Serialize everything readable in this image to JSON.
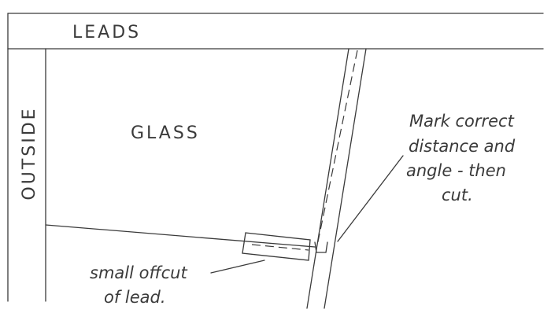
{
  "labels": {
    "leads": "LEADS",
    "outside": "OUTSIDE",
    "glass": "GLASS"
  },
  "annotations": {
    "mark_line1": "Mark correct",
    "mark_line2": "distance and",
    "mark_line3": "angle - then",
    "mark_line4": "cut.",
    "offcut_line1": "small offcut",
    "offcut_line2": "of lead."
  }
}
